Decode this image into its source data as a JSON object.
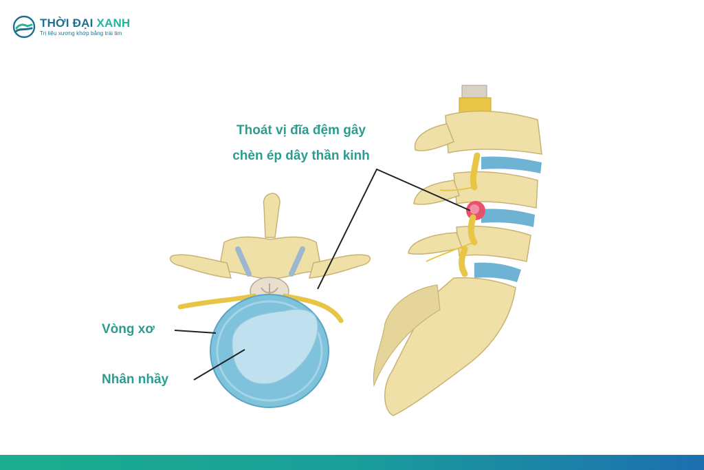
{
  "brand": {
    "name_part1": "THỜI ĐẠI",
    "name_part2": "XANH",
    "tagline": "Trị liệu xương khớp bằng trái tim",
    "colors": {
      "primary": "#1e6f8e",
      "accent": "#25b39a"
    }
  },
  "diagram": {
    "callout_line1": "Thoát vị đĩa đệm gây",
    "callout_line2": "chèn ép dây thần kinh",
    "label_annulus": "Vòng xơ",
    "label_nucleus": "Nhân nhầy",
    "label_color": "#2a9d8f"
  }
}
